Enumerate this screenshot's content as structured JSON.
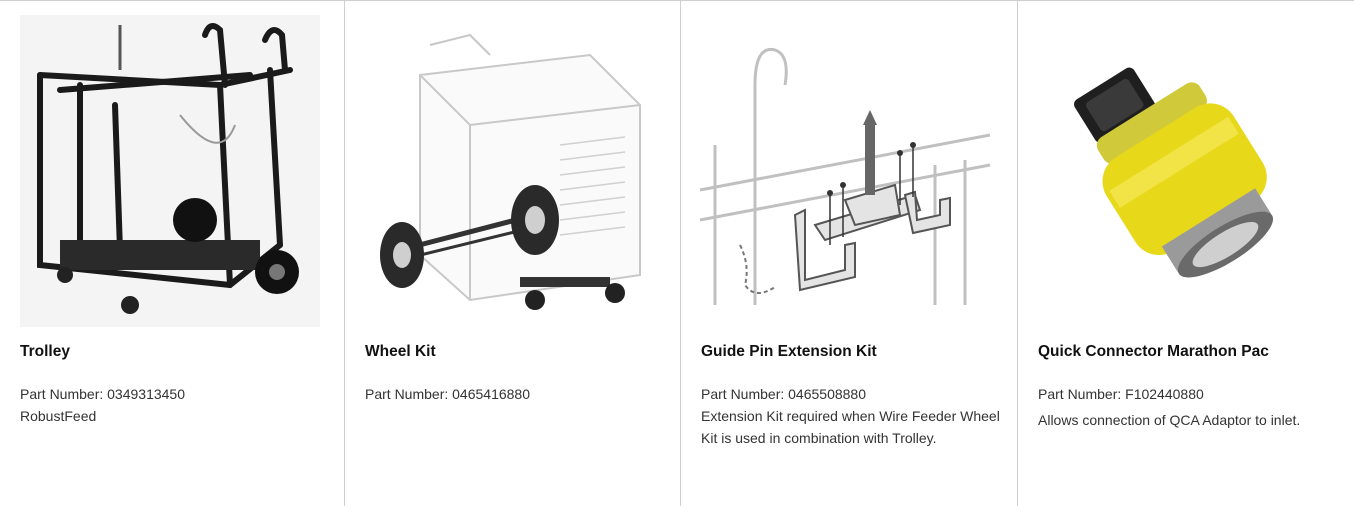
{
  "products": [
    {
      "title": "Trolley",
      "part_number": "Part Number: 0349313450",
      "description": "RobustFeed",
      "image_icon": "trolley-image"
    },
    {
      "title": "Wheel Kit",
      "part_number": "Part Number: 0465416880",
      "description": "",
      "image_icon": "wheel-kit-image"
    },
    {
      "title": "Guide Pin Extension Kit",
      "part_number": "Part Number: 0465508880",
      "description": "Extension Kit required when Wire Feeder Wheel Kit is used in combination with Trolley.",
      "image_icon": "guide-pin-extension-image"
    },
    {
      "title": "Quick Connector Marathon Pac",
      "part_number": "Part Number: F102440880",
      "description": "Allows connection of QCA Adaptor to inlet.",
      "image_icon": "quick-connector-image"
    }
  ],
  "colors": {
    "divider": "#cfcfcf",
    "connector_yellow": "#e8d81a"
  }
}
